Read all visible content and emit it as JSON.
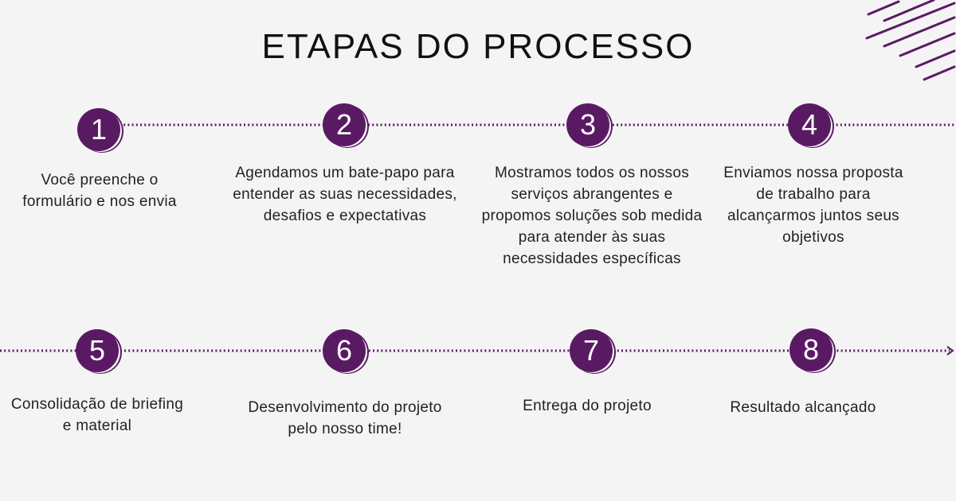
{
  "header": {
    "title": "ETAPAS DO PROCESSO"
  },
  "colors": {
    "accent": "#5a1a63",
    "background": "#f4f4f4"
  },
  "steps": [
    {
      "number": "1",
      "text": "Você preenche o formulário e nos envia"
    },
    {
      "number": "2",
      "text": "Agendamos um bate-papo para entender as suas necessidades, desafios e expectativas"
    },
    {
      "number": "3",
      "text": "Mostramos todos os nossos serviços abrangentes e propomos soluções sob medida para atender às suas necessidades específicas"
    },
    {
      "number": "4",
      "text": "Enviamos nossa proposta de trabalho para alcançarmos juntos seus objetivos"
    },
    {
      "number": "5",
      "text": "Consolidação de briefing e material"
    },
    {
      "number": "6",
      "text": "Desenvolvimento do projeto pelo nosso time!"
    },
    {
      "number": "7",
      "text": "Entrega do projeto"
    },
    {
      "number": "8",
      "text": "Resultado alcançado"
    }
  ]
}
